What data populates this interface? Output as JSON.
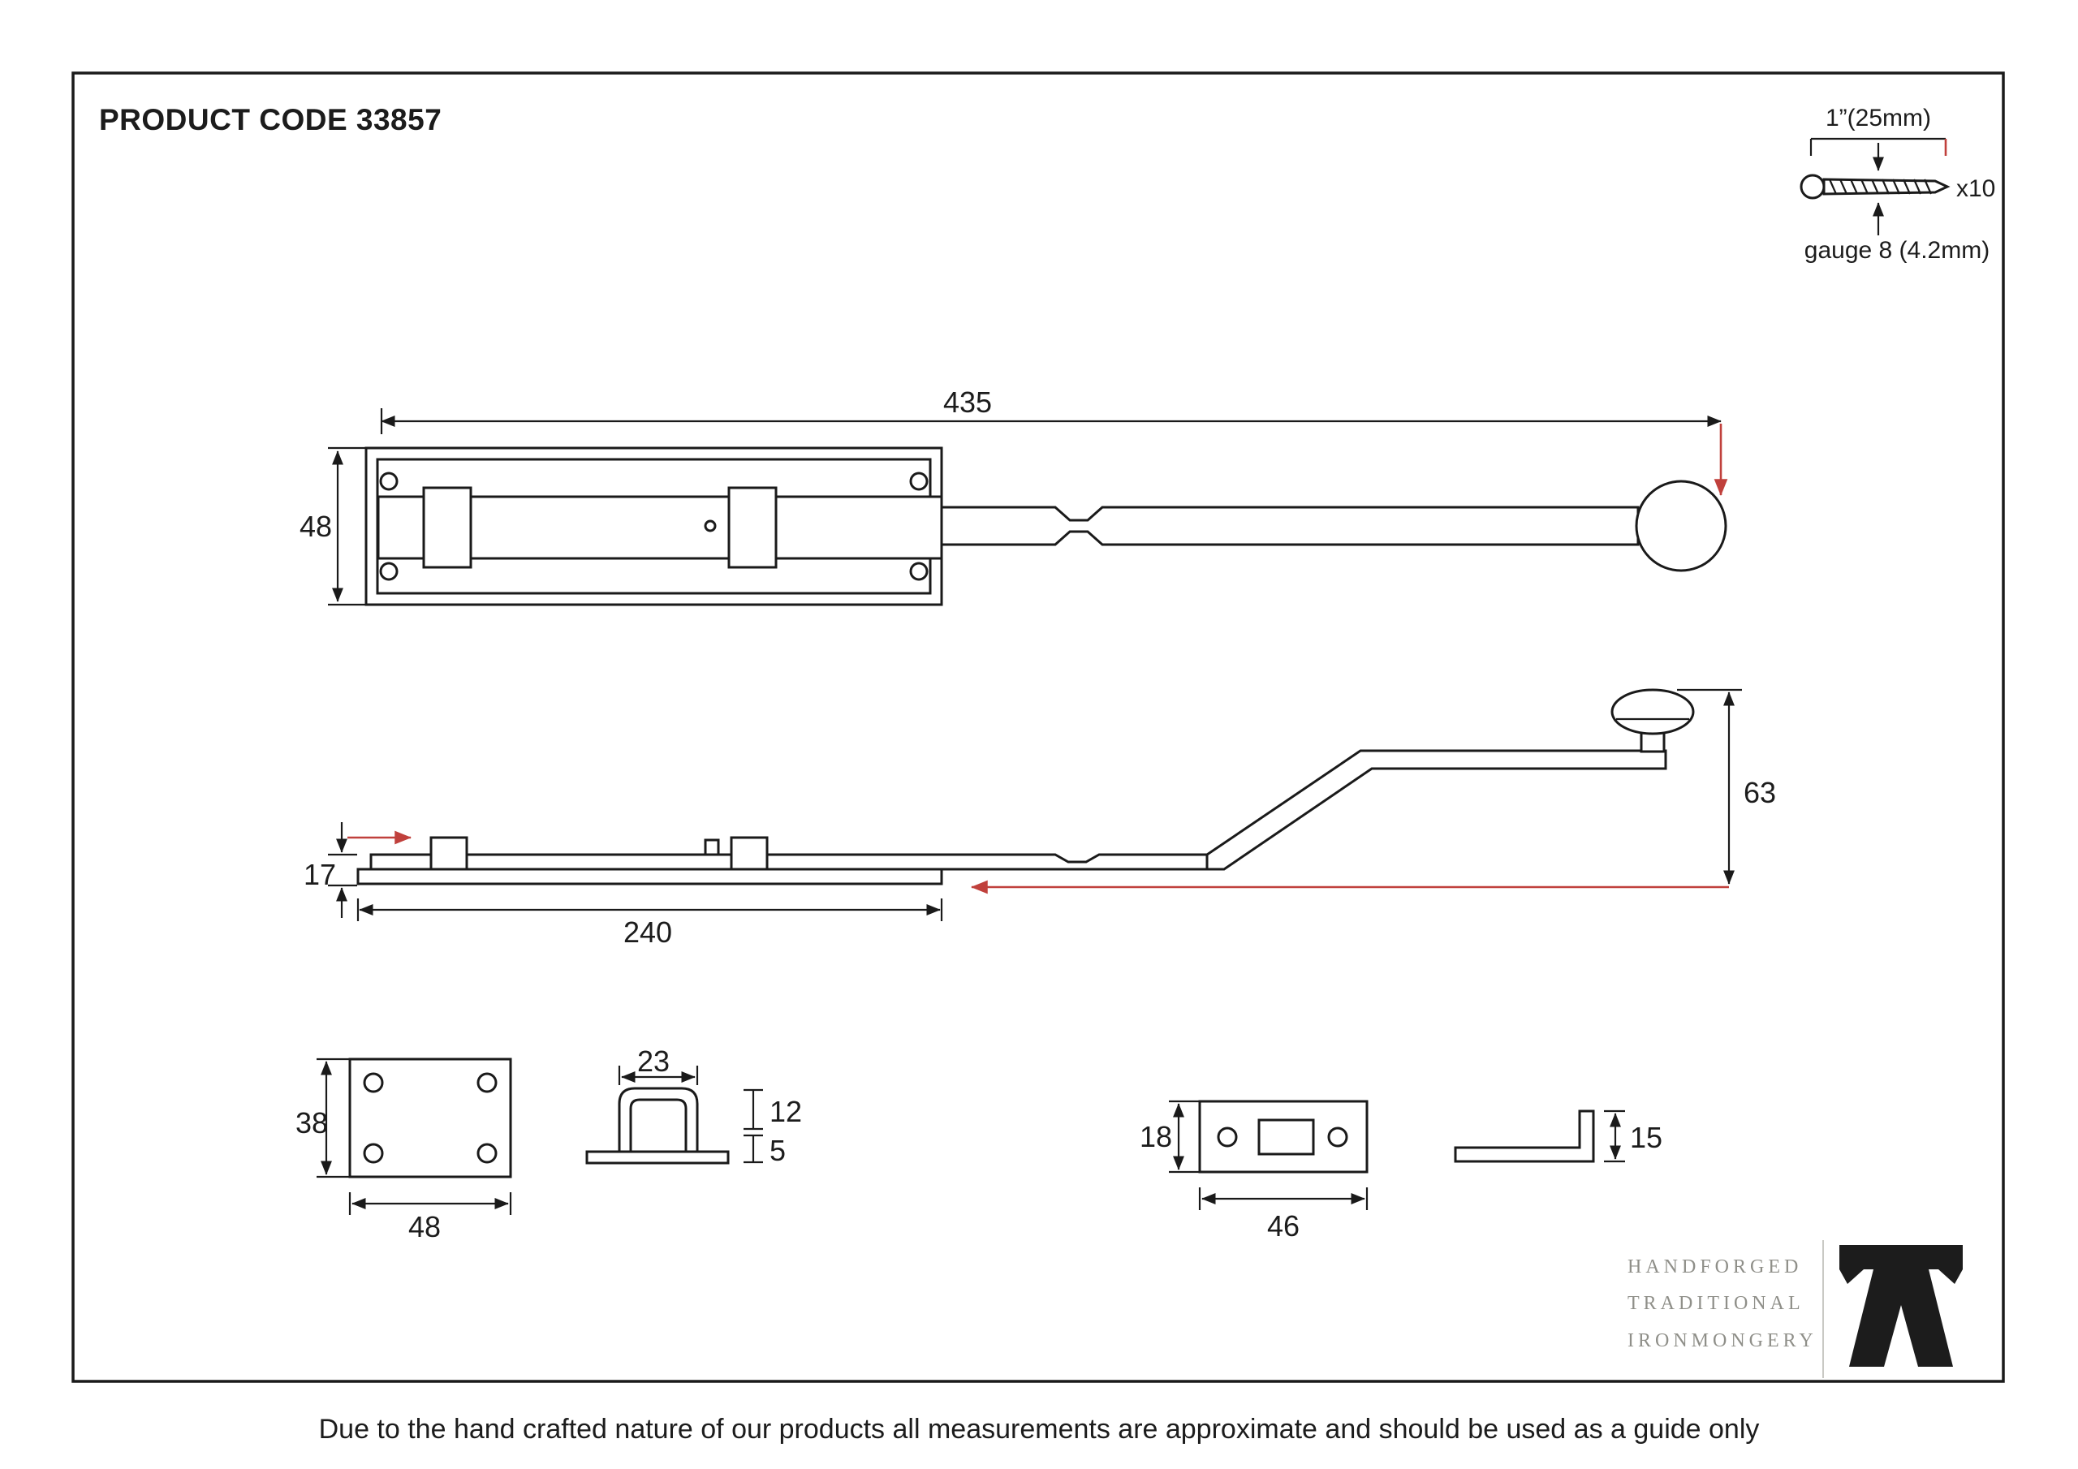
{
  "title": "PRODUCT CODE 33857",
  "screw_spec": {
    "length": "1”(25mm)",
    "quantity": "x10",
    "gauge": "gauge 8 (4.2mm)"
  },
  "dimensions": {
    "bolt_total_length": "435",
    "backplate_width": "48",
    "knob_height": "63",
    "side_profile_height": "17",
    "backplate_length": "240",
    "keeper_plate_height": "38",
    "keeper_plate_width": "48",
    "staple_width": "23",
    "staple_height": "12",
    "staple_base_thickness": "5",
    "mortice_plate_height": "18",
    "mortice_plate_width": "46",
    "angle_keep_height": "15"
  },
  "logo": {
    "line1": "HANDFORGED",
    "line2": "TRADITIONAL",
    "line3": "IRONMONGERY"
  },
  "footer_note": "Due to the hand crafted nature of our products all measurements are approximate and should be used as a guide only",
  "colors": {
    "ink": "#1a1a1a",
    "accent_red": "#c0403c",
    "logo_grey": "#8f8f89"
  }
}
